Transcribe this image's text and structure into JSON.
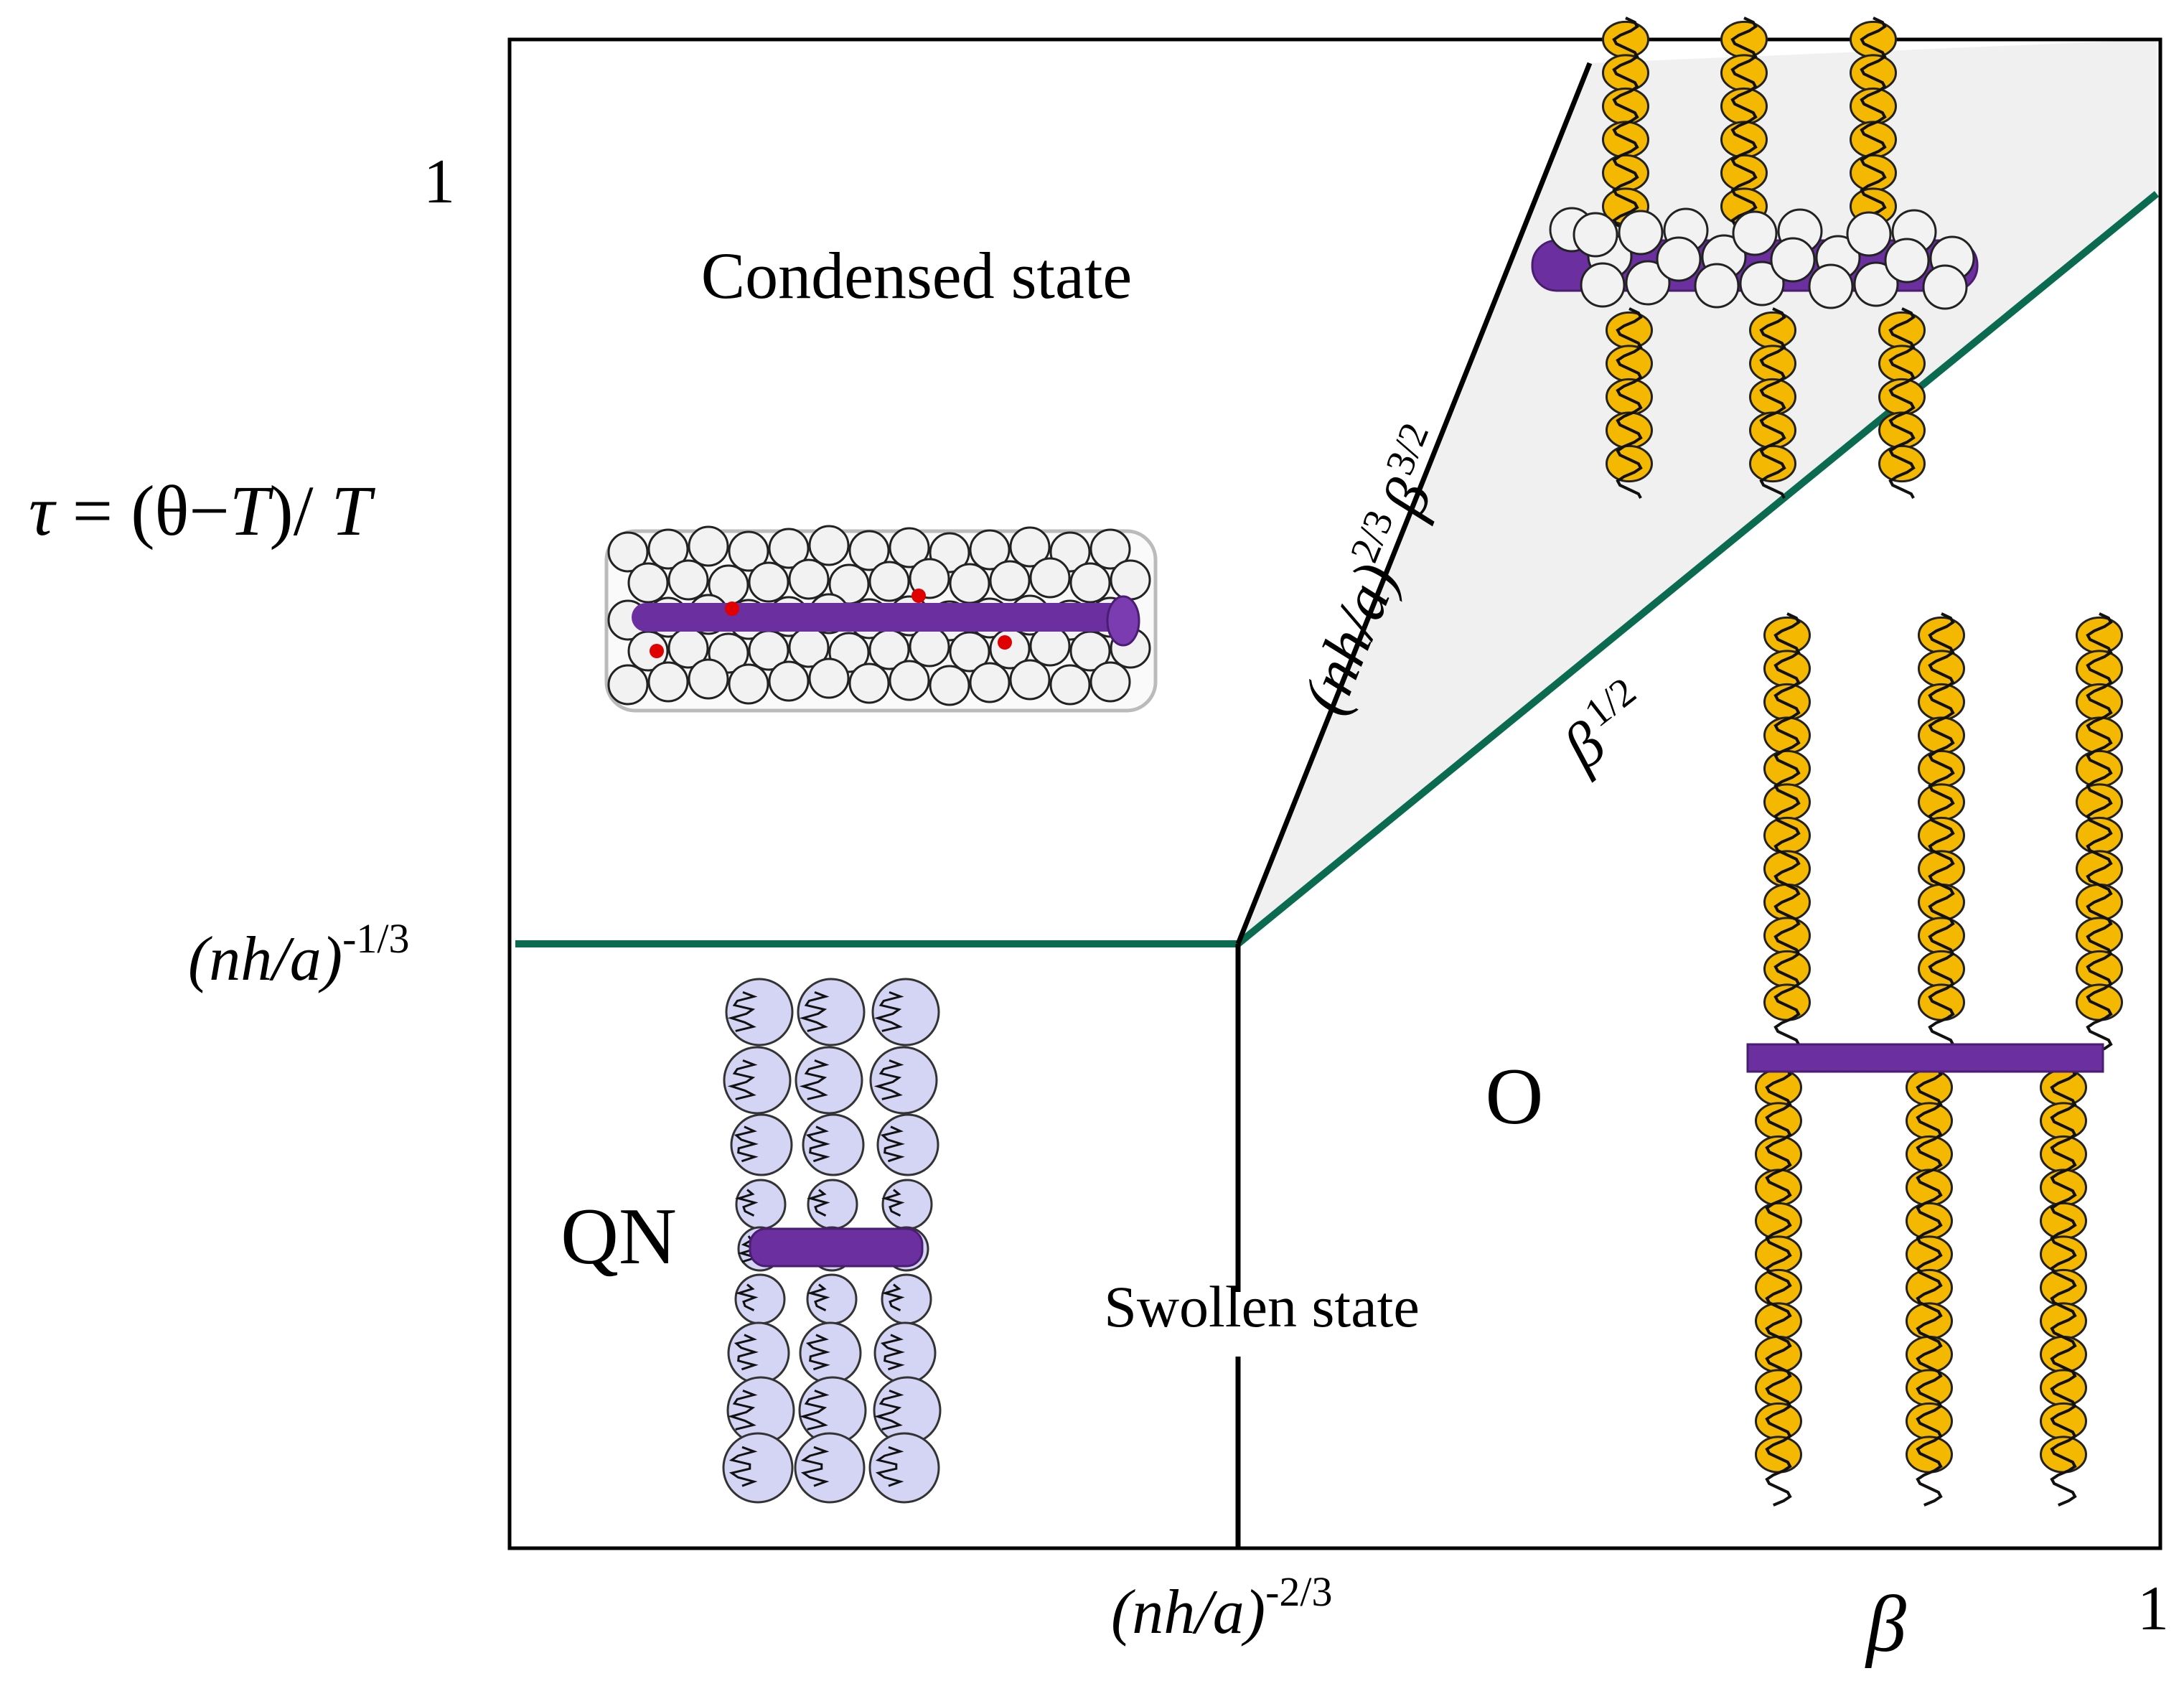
{
  "axes": {
    "y_label": {
      "tau": "τ",
      "eq": " = (θ−",
      "T1": "T",
      "close": ")/ ",
      "T2": "T"
    },
    "y_tick_top": "1",
    "y_tick_mid": {
      "base": "(nh/a)",
      "exp": "-1/3"
    },
    "x_tick_mid": {
      "base": "(nh/a)",
      "exp": "-2/3"
    },
    "x_tick_right": "1",
    "x_label": "β"
  },
  "regions": {
    "condensed": "Condensed state",
    "swollen": "Swollen state",
    "qn": "QN",
    "o": "O"
  },
  "boundaries": {
    "upper": {
      "base": "(nh/a)",
      "exp1": "2/3",
      "beta": "β",
      "exp2": "3/2"
    },
    "lower": {
      "beta": "β",
      "exp": "1/2"
    }
  },
  "colors": {
    "green_boundary": "#0b6b50",
    "rod": "#6b2fa0",
    "gold_bead": "#f5b800",
    "lavender_bead": "#d4d4f5",
    "white_bead": "#f2f2f2",
    "shaded_region": "#f0f0f0",
    "red_dot": "#e00000"
  }
}
